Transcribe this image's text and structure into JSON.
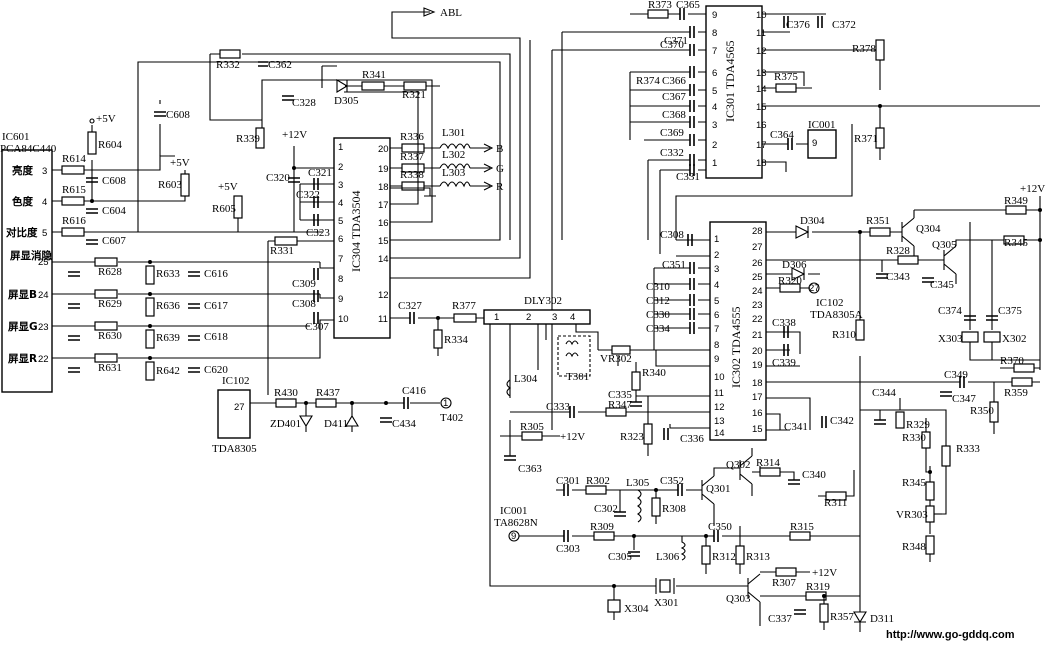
{
  "ic601": {
    "name": "IC601",
    "part": "PCA84C440",
    "pins": [
      {
        "label": "亮度",
        "num": "3"
      },
      {
        "label": "色度",
        "num": "4"
      },
      {
        "label": "对比度",
        "num": "5"
      },
      {
        "label": "屏显消隐",
        "num": "25"
      },
      {
        "label": "屏显B",
        "num": "24"
      },
      {
        "label": "屏显G",
        "num": "23"
      },
      {
        "label": "屏显R",
        "num": "22"
      }
    ]
  },
  "ic304": {
    "name": "IC304  TDA3504",
    "left_pins": [
      "1",
      "2",
      "3",
      "4",
      "5",
      "6",
      "7",
      "8",
      "9",
      "10"
    ],
    "right_pins": [
      "20",
      "19",
      "18",
      "17",
      "16",
      "15",
      "14",
      "12",
      "11"
    ]
  },
  "ic301": {
    "name": "IC301  TDA4565",
    "left_pins": [
      "9",
      "8",
      "7",
      "6",
      "5",
      "4",
      "3",
      "2",
      "1"
    ],
    "right_pins": [
      "10",
      "11",
      "12",
      "13",
      "14",
      "15",
      "16",
      "17",
      "18"
    ]
  },
  "ic302": {
    "name": "IC302  TDA4555",
    "left_pins": [
      "1",
      "2",
      "3",
      "4",
      "5",
      "6",
      "7",
      "8",
      "9",
      "10",
      "11",
      "12",
      "13",
      "14"
    ],
    "right_pins": [
      "28",
      "27",
      "26",
      "25",
      "24",
      "23",
      "22",
      "21",
      "20",
      "19",
      "18",
      "17",
      "16",
      "15"
    ]
  },
  "ic102": {
    "name": "IC102",
    "part": "TDA8305",
    "pin": "27"
  },
  "ic001": {
    "name": "IC001",
    "pin": "9"
  },
  "ic001b": {
    "name": "IC001",
    "part": "TA8628N",
    "pin": "9"
  },
  "ic102a": {
    "line1": "IC102",
    "line2": "TDA8305A",
    "pin": "27"
  },
  "dly302": {
    "name": "DLY302",
    "pins": [
      "1",
      "2",
      "3",
      "4"
    ]
  },
  "signals": {
    "abl": "ABL",
    "b": "B",
    "g": "G",
    "r": "R",
    "t402": "T402",
    "t402_num": "1"
  },
  "power": {
    "p5v_a": "+5V",
    "p5v_b": "+5V",
    "p5v_c": "+5V",
    "p12v_a": "+12V",
    "p12v_b": "+12V",
    "p12v_c": "+12V",
    "p12v_d": "+12V"
  },
  "labels": {
    "r614": "R614",
    "r615": "R615",
    "r616": "R616",
    "r604": "R604",
    "r603": "R603",
    "r605": "R605",
    "c608": "C608",
    "c608b": "C608",
    "c604": "C604",
    "c607": "C607",
    "r628": "R628",
    "r629": "R629",
    "r630": "R630",
    "r631": "R631",
    "r633": "R633",
    "r636": "R636",
    "r639": "R639",
    "r642": "R642",
    "c616": "C616",
    "c617": "C617",
    "c618": "C618",
    "c620": "C620",
    "r332": "R332",
    "c362": "C362",
    "r339": "R339",
    "c328": "C328",
    "d305": "D305",
    "r341": "R341",
    "r321": "R321",
    "r336": "R336",
    "r337": "R337",
    "r338": "R338",
    "l301": "L301",
    "l302": "L302",
    "l303": "L303",
    "c320": "C320",
    "c321": "C321",
    "c322": "C322",
    "c323": "C323",
    "r331": "R331",
    "c309": "C309",
    "c308": "C308",
    "c307": "C307",
    "c327": "C327",
    "r377": "R377",
    "r334": "R334",
    "r430": "R430",
    "r437": "R437",
    "zd401": "ZD401",
    "d411": "D411",
    "c416": "C416",
    "c434": "C434",
    "r373": "R373",
    "c365": "C365",
    "c371": "C371",
    "c370": "C370",
    "r374": "R374",
    "c366": "C366",
    "c367": "C367",
    "c368": "C368",
    "c369": "C369",
    "c332": "C332",
    "c331": "C331",
    "c376": "C376",
    "c372": "C372",
    "r378": "R378",
    "r375": "R375",
    "r371": "R371",
    "c364": "C364",
    "c308b": "C308",
    "c351": "C351",
    "c310": "C310",
    "c312": "C312",
    "c330": "C330",
    "c334": "C334",
    "r340": "R340",
    "vr302": "VR302",
    "t301": "T301",
    "c335": "C335",
    "l304": "L304",
    "c333": "C333",
    "r347": "R347",
    "r305": "R305",
    "r323": "R323",
    "c336": "C336",
    "c363": "C363",
    "d304": "D304",
    "d306": "D306",
    "r320": "R320",
    "c338": "C338",
    "c339": "C339",
    "r310": "R310",
    "r351": "R351",
    "q304": "Q304",
    "r349": "R349",
    "r328": "R328",
    "q305": "Q305",
    "r345": "R345",
    "c343": "C343",
    "c345": "C345",
    "c374": "C374",
    "c375": "C375",
    "x303": "X303",
    "x302": "X302",
    "r370": "R370",
    "c349": "C349",
    "c347": "C347",
    "r359": "R359",
    "r350": "R350",
    "c344": "C344",
    "r329": "R329",
    "r330": "R330",
    "r333": "R333",
    "c341": "C341",
    "c342": "C342",
    "r345b": "R345",
    "vr303": "VR303",
    "r348": "R348",
    "c301": "C301",
    "r302": "R302",
    "l305": "L305",
    "c302": "C302",
    "r308": "R308",
    "c352": "C352",
    "q301": "Q301",
    "q302": "Q302",
    "r314": "R314",
    "c340": "C340",
    "r311": "R311",
    "c303": "C303",
    "r309": "R309",
    "c350": "C350",
    "r315": "R315",
    "c305": "C305",
    "l306": "L306",
    "r312": "R312",
    "r313": "R313",
    "r307": "R307",
    "x301": "X301",
    "x304": "X304",
    "q303": "Q303",
    "r319": "R319",
    "c337": "C337",
    "r357": "R357",
    "d311": "D311"
  },
  "watermark": "http://www.go-gddq.com"
}
